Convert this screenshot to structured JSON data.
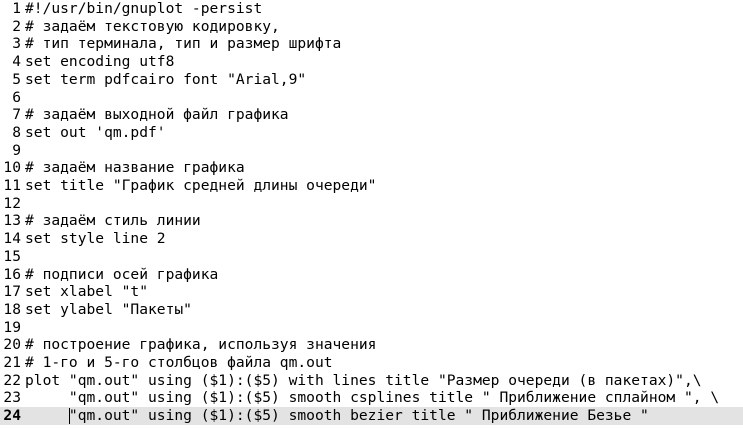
{
  "editor": {
    "current_line": 24,
    "lines": [
      {
        "number": "1",
        "text": "#!/usr/bin/gnuplot -persist"
      },
      {
        "number": "2",
        "text": "# задаём текстовую кодировку,"
      },
      {
        "number": "3",
        "text": "# тип терминала, тип и размер шрифта"
      },
      {
        "number": "4",
        "text": "set encoding utf8"
      },
      {
        "number": "5",
        "text": "set term pdfcairo font \"Arial,9\""
      },
      {
        "number": "6",
        "text": ""
      },
      {
        "number": "7",
        "text": "# задаём выходной файл графика"
      },
      {
        "number": "8",
        "text": "set out 'qm.pdf'"
      },
      {
        "number": "9",
        "text": ""
      },
      {
        "number": "10",
        "text": "# задаём название графика"
      },
      {
        "number": "11",
        "text": "set title \"График средней длины очереди\""
      },
      {
        "number": "12",
        "text": ""
      },
      {
        "number": "13",
        "text": "# задаём стиль линии"
      },
      {
        "number": "14",
        "text": "set style line 2"
      },
      {
        "number": "15",
        "text": ""
      },
      {
        "number": "16",
        "text": "# подписи осей графика"
      },
      {
        "number": "17",
        "text": "set xlabel \"t\""
      },
      {
        "number": "18",
        "text": "set ylabel \"Пакеты\""
      },
      {
        "number": "19",
        "text": ""
      },
      {
        "number": "20",
        "text": "# построение графика, используя значения"
      },
      {
        "number": "21",
        "text": "# 1-го и 5-го столбцов файла qm.out"
      },
      {
        "number": "22",
        "text": "plot \"qm.out\" using ($1):($5) with lines title \"Размер очереди (в пакетах)\",\\"
      },
      {
        "number": "23",
        "text": "     \"qm.out\" using ($1):($5) smooth csplines title \" Приближение сплайном \", \\"
      },
      {
        "number": "24",
        "text": "     \"qm.out\" using ($1):($5) smooth bezier title \" Приближение Безье \""
      }
    ]
  }
}
